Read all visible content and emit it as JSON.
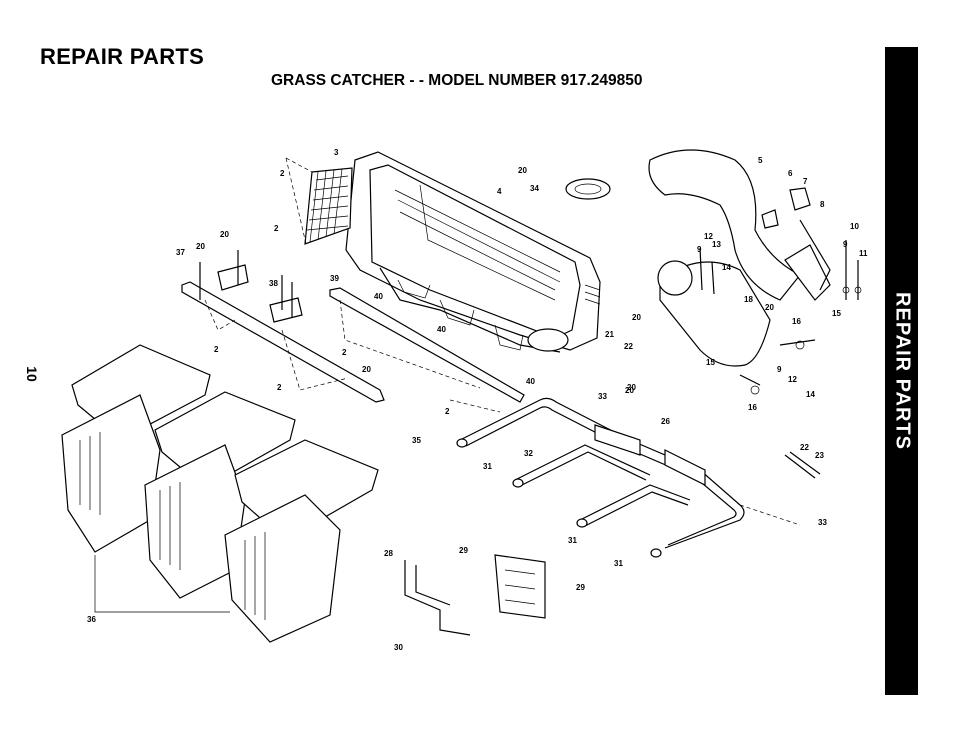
{
  "header": {
    "title": "REPAIR PARTS",
    "subtitle": "GRASS CATCHER - - MODEL NUMBER 917.249850"
  },
  "page_number": "10",
  "side_tab": {
    "label": "REPAIR PARTS"
  },
  "diagram": {
    "callouts": [
      "2",
      "3",
      "20",
      "34",
      "4",
      "5",
      "6",
      "7",
      "8",
      "10",
      "9",
      "11",
      "2",
      "20",
      "37",
      "20",
      "12",
      "13",
      "9",
      "14",
      "18",
      "20",
      "16",
      "15",
      "38",
      "39",
      "40",
      "20",
      "40",
      "21",
      "22",
      "20",
      "15",
      "9",
      "12",
      "14",
      "16",
      "2",
      "2",
      "20",
      "2",
      "40",
      "20",
      "33",
      "2",
      "35",
      "26",
      "22",
      "23",
      "31",
      "32",
      "33",
      "31",
      "28",
      "29",
      "29",
      "31",
      "36",
      "30"
    ]
  }
}
